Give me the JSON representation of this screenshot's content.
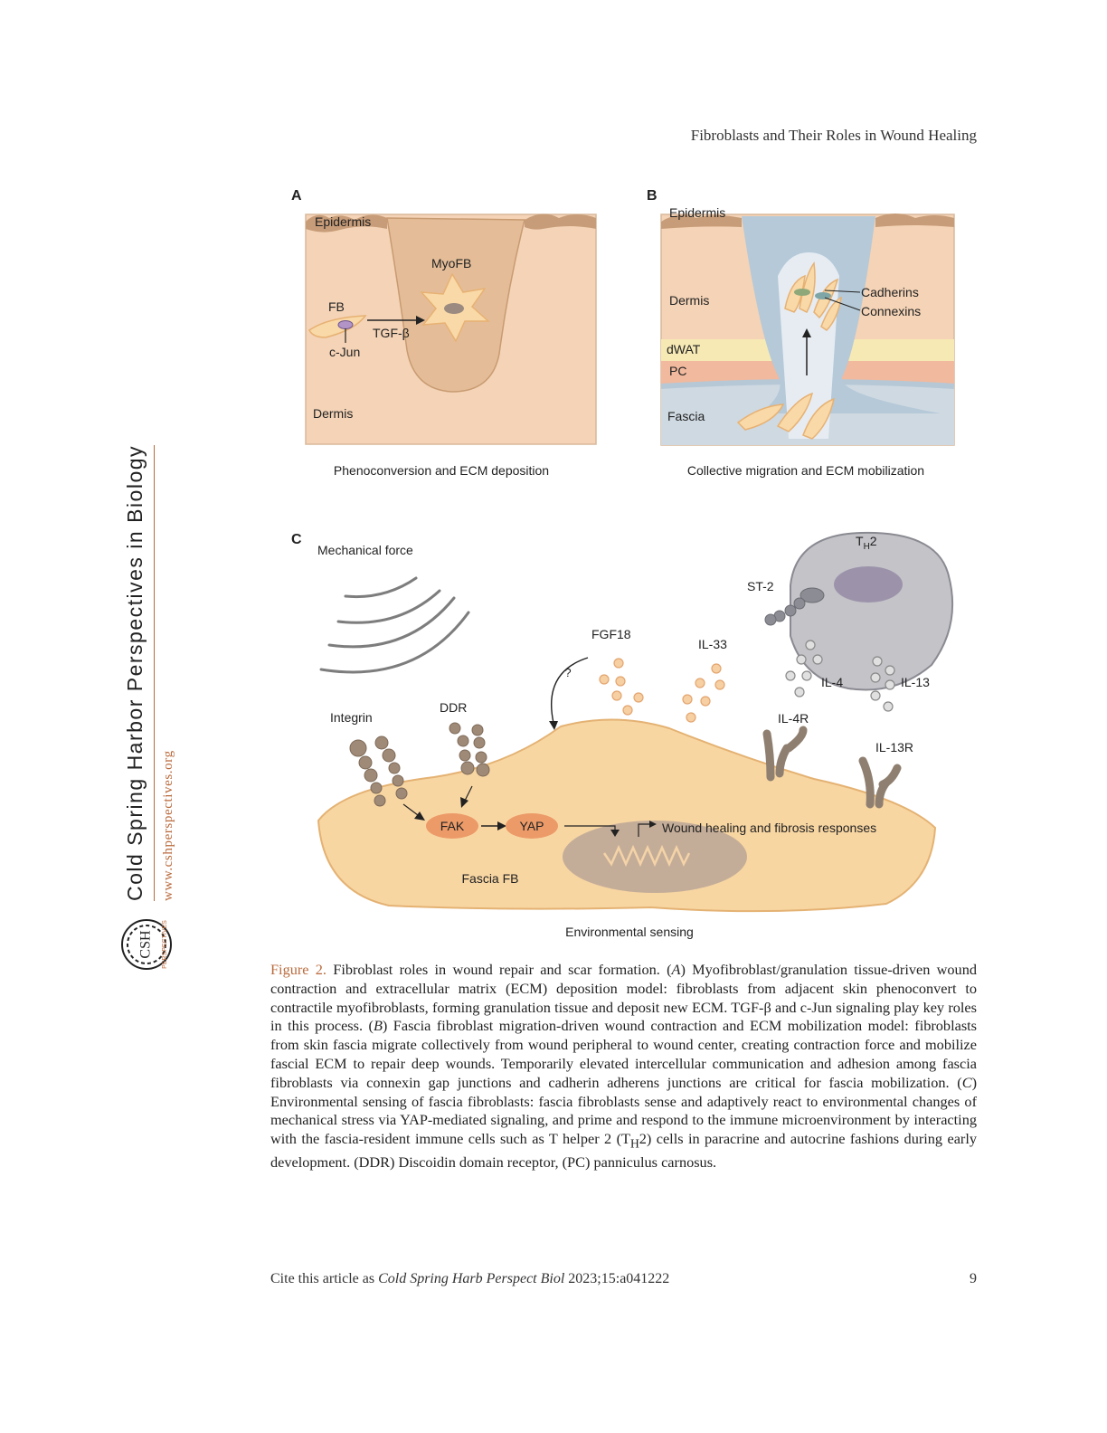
{
  "header": {
    "running_title": "Fibroblasts and Their Roles in Wound Healing"
  },
  "sidebar": {
    "journal": "Cold Spring Harbor Perspectives in Biology",
    "url": "www.cshperspectives.org",
    "logo_text": "CSH",
    "logo_subtext": "PERSPECTIVES"
  },
  "figure": {
    "panel_a": {
      "letter": "A",
      "labels": {
        "epidermis": "Epidermis",
        "myofb": "MyoFB",
        "fb": "FB",
        "tgfb": "TGF-β",
        "cjun": "c-Jun",
        "dermis": "Dermis"
      },
      "caption": "Phenoconversion and ECM deposition"
    },
    "panel_b": {
      "letter": "B",
      "labels": {
        "epidermis": "Epidermis",
        "dermis": "Dermis",
        "dwat": "dWAT",
        "pc": "PC",
        "fascia": "Fascia",
        "cadherins": "Cadherins",
        "connexins": "Connexins"
      },
      "caption": "Collective migration and ECM mobilization"
    },
    "panel_c": {
      "letter": "C",
      "labels": {
        "mechanical_force": "Mechanical force",
        "th2_main": "T",
        "th2_sub": "H",
        "th2_end": "2",
        "st2": "ST-2",
        "fgf18": "FGF18",
        "question": "?",
        "il33": "IL-33",
        "il4": "IL-4",
        "il13": "IL-13",
        "integrin": "Integrin",
        "ddr": "DDR",
        "il4r": "IL-4R",
        "il13r": "IL-13R",
        "fak": "FAK",
        "yap": "YAP",
        "response": "Wound healing and fibrosis responses",
        "fascia_fb": "Fascia FB"
      },
      "caption": "Environmental sensing"
    }
  },
  "caption": {
    "label": "Figure 2.",
    "title": "Fibroblast roles in wound repair and scar formation. (",
    "text_a_letter": "A",
    "text_a": ") Myofibroblast/granulation tissue-driven wound contraction and extracellular matrix (ECM) deposition model: fibroblasts from adjacent skin phenoconvert to contractile myofibroblasts, forming granulation tissue and deposit new ECM. TGF-β and c-Jun signaling play key roles in this process. (",
    "text_b_letter": "B",
    "text_b": ") Fascia fibroblast migration-driven wound contraction and ECM mobilization model: fibroblasts from skin fascia migrate collectively from wound peripheral to wound center, creating contraction force and mobilize fascial ECM to repair deep wounds. Temporarily elevated intercellular communication and adhesion among fascia fibroblasts via connexin gap junctions and cadherin adherens junctions are critical for fascia mobilization. (",
    "text_c_letter": "C",
    "text_c": ") Environmental sensing of fascia fibroblasts: fascia fibroblasts sense and adaptively react to environmental changes of mechanical stress via YAP-mediated signaling, and prime and respond to the immune microenvironment by interacting with the fascia-resident immune cells such as T helper 2 (T",
    "th_sub": "H",
    "text_end": "2) cells in paracrine and autocrine fashions during early development. (DDR) Discoidin domain receptor, (PC) panniculus carnosus."
  },
  "footer": {
    "cite_prefix": "Cite this article as ",
    "cite_journal": "Cold Spring Harb Perspect Biol",
    "cite_ref": " 2023;15:a041222",
    "page": "9"
  }
}
